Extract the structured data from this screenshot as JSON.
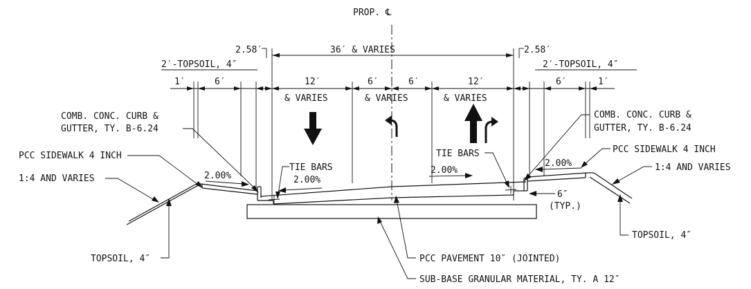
{
  "centerline": {
    "label": "PROP. ℄"
  },
  "dimensions": {
    "overall": "36′ & VARIES",
    "curb_left": "2.58′",
    "curb_right": "2.58′",
    "topsoil_left": "2′-TOPSOIL, 4″",
    "topsoil_right": "2′-TOPSOIL, 4″",
    "left_1ft": "1′",
    "left_6ft": "6′",
    "right_6ft": "6′",
    "right_1ft": "1′",
    "lane_left_width": "12′",
    "lane_left_sub": "& VARIES",
    "median_left_width": "6′",
    "median_right_width": "6′",
    "median_sub": "& VARIES",
    "lane_right_width": "12′",
    "lane_right_sub": "& VARIES",
    "curb_offset": "6″",
    "curb_offset_sub": "(TYP.)"
  },
  "slopes": {
    "sidewalk_left": "2.00%",
    "pavement_left": "2.00%",
    "pavement_right": "2.00%",
    "sidewalk_right": "2.00%"
  },
  "callouts": {
    "curb_left_1": "COMB. CONC. CURB &",
    "curb_left_2": "GUTTER, TY. B-6.24",
    "curb_right_1": "COMB. CONC. CURB &",
    "curb_right_2": "GUTTER, TY. B-6.24",
    "sidewalk_left": "PCC SIDEWALK 4 INCH",
    "sidewalk_right": "PCC SIDEWALK 4 INCH",
    "slope_left": "1:4 AND VARIES",
    "slope_right": "1:4 AND VARIES",
    "tie_bars_left": "TIE BARS",
    "tie_bars_right": "TIE BARS",
    "topsoil_left": "TOPSOIL, 4″",
    "topsoil_right": "TOPSOIL, 4″",
    "pavement": "PCC PAVEMENT 10″ (JOINTED)",
    "subbase": "SUB-BASE GRANULAR MATERIAL, TY. A 12″"
  },
  "lane_arrows": {
    "left_lane": "down-arrow-icon",
    "median": "curved-left-turn-arrow-icon",
    "right_lane": "up-arrow-and-right-turn-arrow-icon"
  }
}
